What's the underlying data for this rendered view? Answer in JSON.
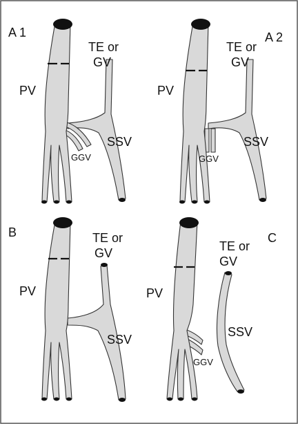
{
  "panels": [
    {
      "id": "A1",
      "title": "A 1",
      "labels": {
        "pv": "PV",
        "te_line1": "TE or",
        "te_line2": "GV",
        "ssv": "SSV",
        "ggv": "GGV"
      }
    },
    {
      "id": "A2",
      "title": "A 2",
      "labels": {
        "pv": "PV",
        "te_line1": "TE or",
        "te_line2": "GV",
        "ssv": "SSV",
        "ggv": "GGV"
      }
    },
    {
      "id": "B",
      "title": "B",
      "labels": {
        "pv": "PV",
        "te_line1": "TE or",
        "te_line2": "GV",
        "ssv": "SSV"
      }
    },
    {
      "id": "C",
      "title": "C",
      "labels": {
        "pv": "PV",
        "te_line1": "TE or",
        "te_line2": "GV",
        "ssv": "SSV",
        "ggv": "GGV"
      }
    }
  ],
  "colors": {
    "vein_fill": "#d9d9d9",
    "outline": "#333333",
    "cap": "#111111",
    "frame": "#555555",
    "background": "#ffffff"
  }
}
